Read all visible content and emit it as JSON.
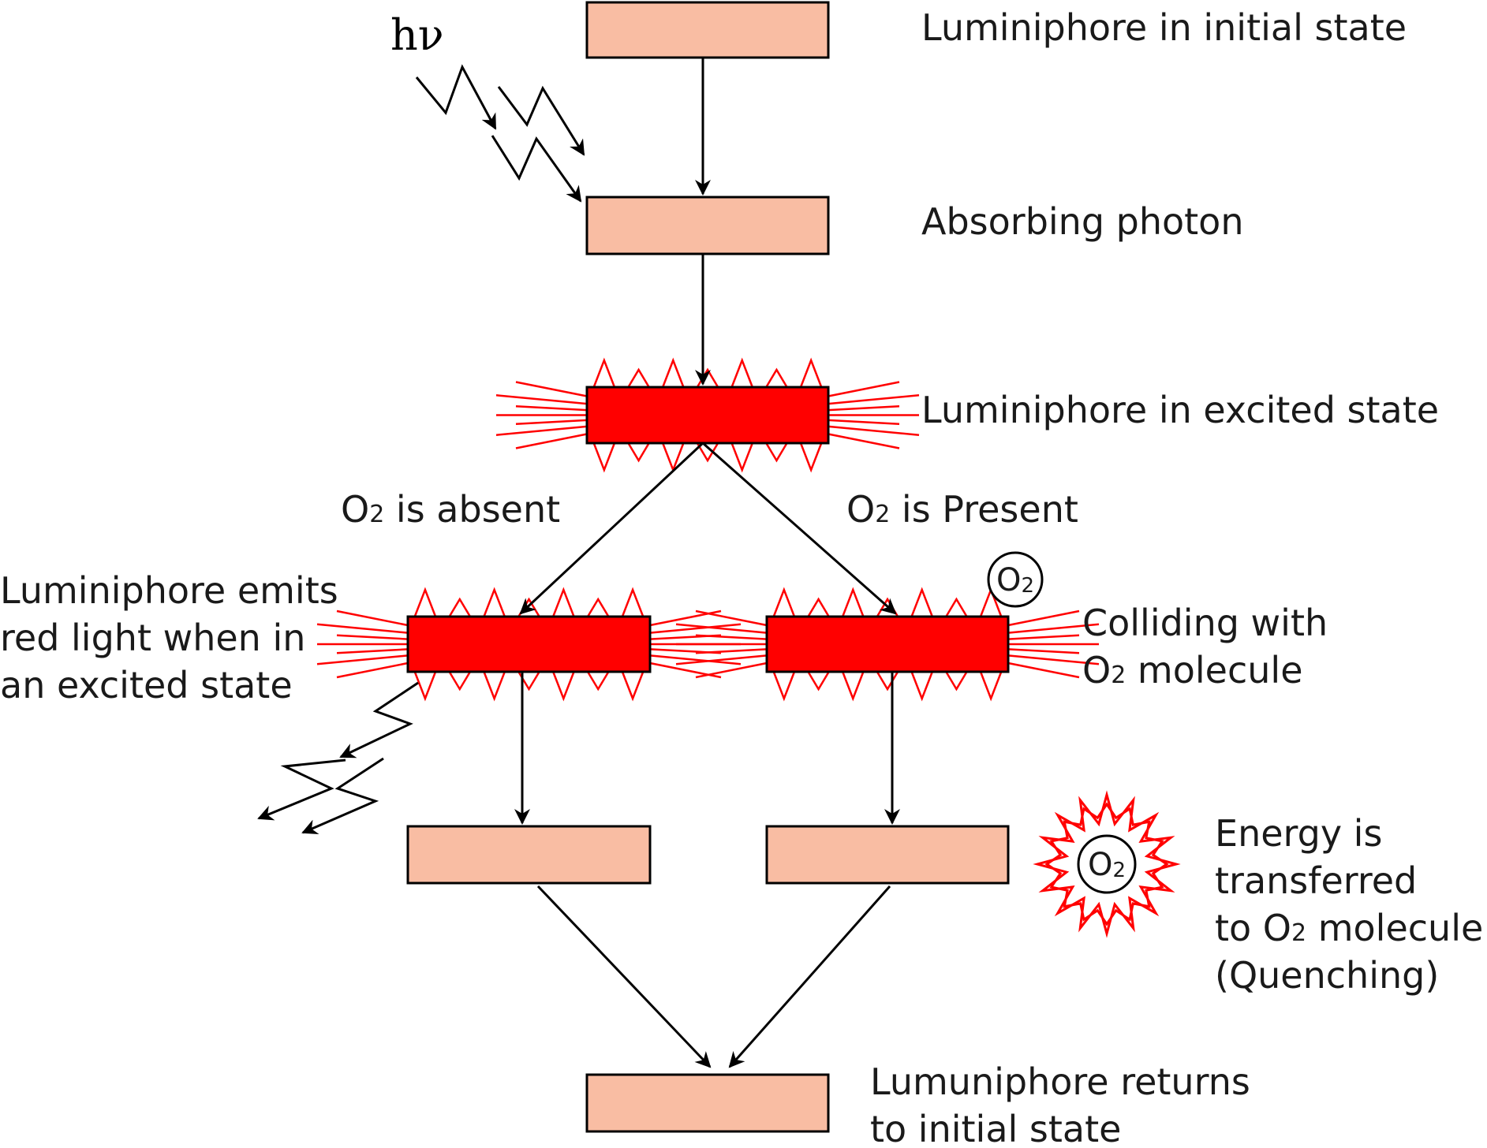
{
  "colors": {
    "ground_box": "#f9bda3",
    "excited_box": "#ff0000",
    "rays": "#ff0000",
    "arrows": "#000000",
    "text": "#1a1a1a"
  },
  "photon_label": "hν",
  "labels": {
    "initial": "Luminiphore in initial state",
    "absorbing": "Absorbing photon",
    "excited": "Luminiphore in excited state",
    "o2_absent_prefix": "O",
    "o2_absent_sub": "2",
    "o2_absent_suffix": " is absent",
    "o2_present_prefix": "O",
    "o2_present_sub": "2",
    "o2_present_suffix": " is Present",
    "emits_line1": "Luminiphore emits",
    "emits_line2": "red light when in",
    "emits_line3": "an excited state",
    "colliding_line1": "Colliding with",
    "colliding_line2_prefix": "O",
    "colliding_line2_sub": "2",
    "colliding_line2_suffix": " molecule",
    "energy_line1": "Energy is",
    "energy_line2": "transferred",
    "energy_line3_prefix": "to O",
    "energy_line3_sub": "2",
    "energy_line3_suffix": " molecule",
    "energy_line4": "(Quenching)",
    "returns_line1": "Lumuniphore returns",
    "returns_line2": "to initial state"
  },
  "o2_molecule": {
    "symbol": "O",
    "subscript": "2"
  }
}
